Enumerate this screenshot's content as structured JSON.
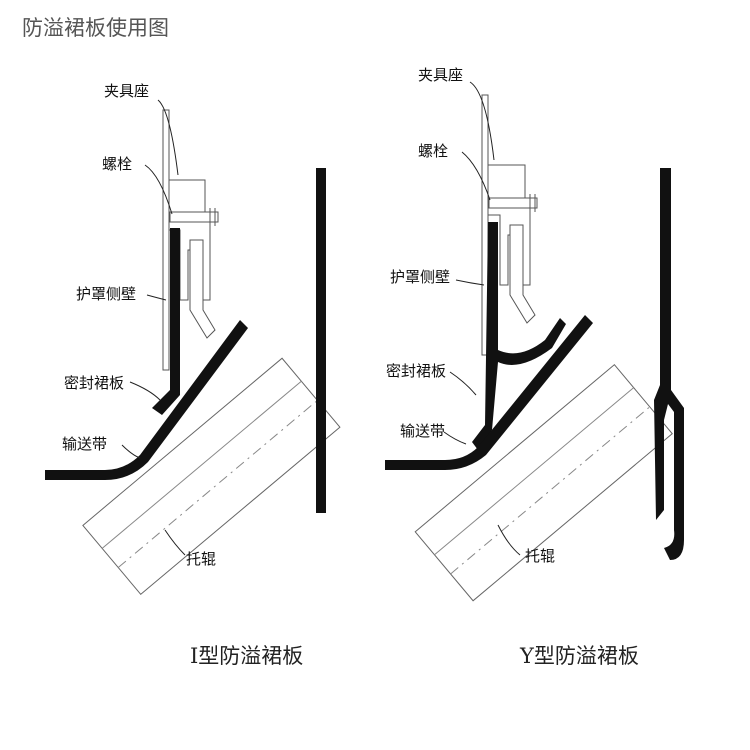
{
  "title": "防溢裙板使用图",
  "left_diagram": {
    "labels": {
      "clamp_seat": "夹具座",
      "bolt": "螺栓",
      "guard_wall": "护罩侧壁",
      "seal_skirt": "密封裙板",
      "belt": "输送带",
      "idler": "托辊"
    },
    "caption": "I型防溢裙板"
  },
  "right_diagram": {
    "labels": {
      "clamp_seat": "夹具座",
      "bolt": "螺栓",
      "guard_wall": "护罩侧壁",
      "seal_skirt": "密封裙板",
      "belt": "输送带",
      "idler": "托辊"
    },
    "caption": "Y型防溢裙板"
  },
  "colors": {
    "ink": "#111111",
    "line": "#777777",
    "title": "#555555"
  }
}
